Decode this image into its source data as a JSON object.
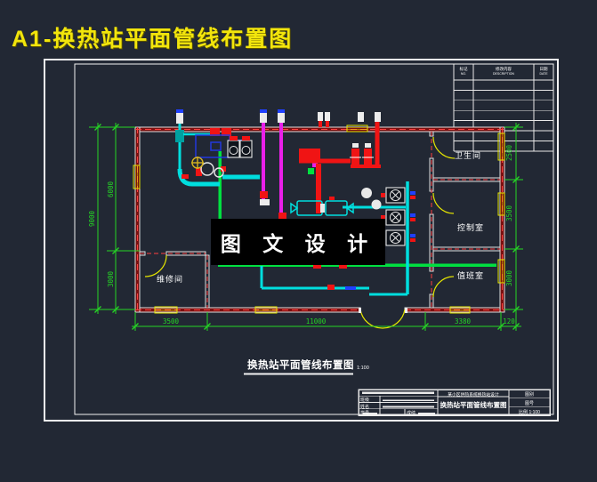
{
  "header": {
    "title": "A1-换热站平面管线布置图",
    "title_color": "#f2e50c"
  },
  "revision_table": {
    "columns": [
      {
        "cn": "标记",
        "en": "NO."
      },
      {
        "cn": "修改内容",
        "en": "DESCRIPTION"
      },
      {
        "cn": "日期",
        "en": "DATE"
      }
    ],
    "empty_rows": 7
  },
  "plan": {
    "rooms": [
      {
        "label": "卫生间"
      },
      {
        "label": "控制室"
      },
      {
        "label": "值班室"
      },
      {
        "label": "维修间"
      }
    ],
    "watermark": "图 文 设 计",
    "dimensions": {
      "left_total": "9000",
      "left_segments": [
        "6000",
        "3000"
      ],
      "right_segments": [
        "2500",
        "3500",
        "3000"
      ],
      "bottom_segments": [
        "3500",
        "11000",
        "3380",
        "120"
      ]
    },
    "caption": {
      "title": "换热站平面管线布置图",
      "scale": "1:100"
    },
    "symbols": [
      "circulation-pump",
      "heat-exchanger",
      "fan-coil-unit",
      "floor-drain",
      "pipe-riser",
      "door",
      "window"
    ]
  },
  "title_block": {
    "project_title": "某小区供热系统换热站设计",
    "drawing_title": "换热站平面管线布置图",
    "left_rows": [
      {
        "label": "班级"
      },
      {
        "label": "姓名"
      },
      {
        "label": "学号"
      },
      {
        "label": "成绩"
      }
    ],
    "right_rows": [
      {
        "label": "图别",
        "value": ""
      },
      {
        "label": "图号",
        "value": ""
      },
      {
        "label": "比例",
        "value": "1:100"
      }
    ]
  },
  "colors": {
    "background": "#222834",
    "frame": "#f2f2f2",
    "wall": "#7a1010",
    "wall_axis": "#ff4040",
    "dimension": "#25d625",
    "pipe_supply_green": "#00e040",
    "pipe_cyan": "#00dede",
    "pipe_magenta": "#ea1fea",
    "pipe_red": "#f01414",
    "tank_blue": "#2238dd",
    "fitting_yellow": "#e6e600",
    "watermark_bg": "#000000",
    "text": "#ffffff"
  }
}
